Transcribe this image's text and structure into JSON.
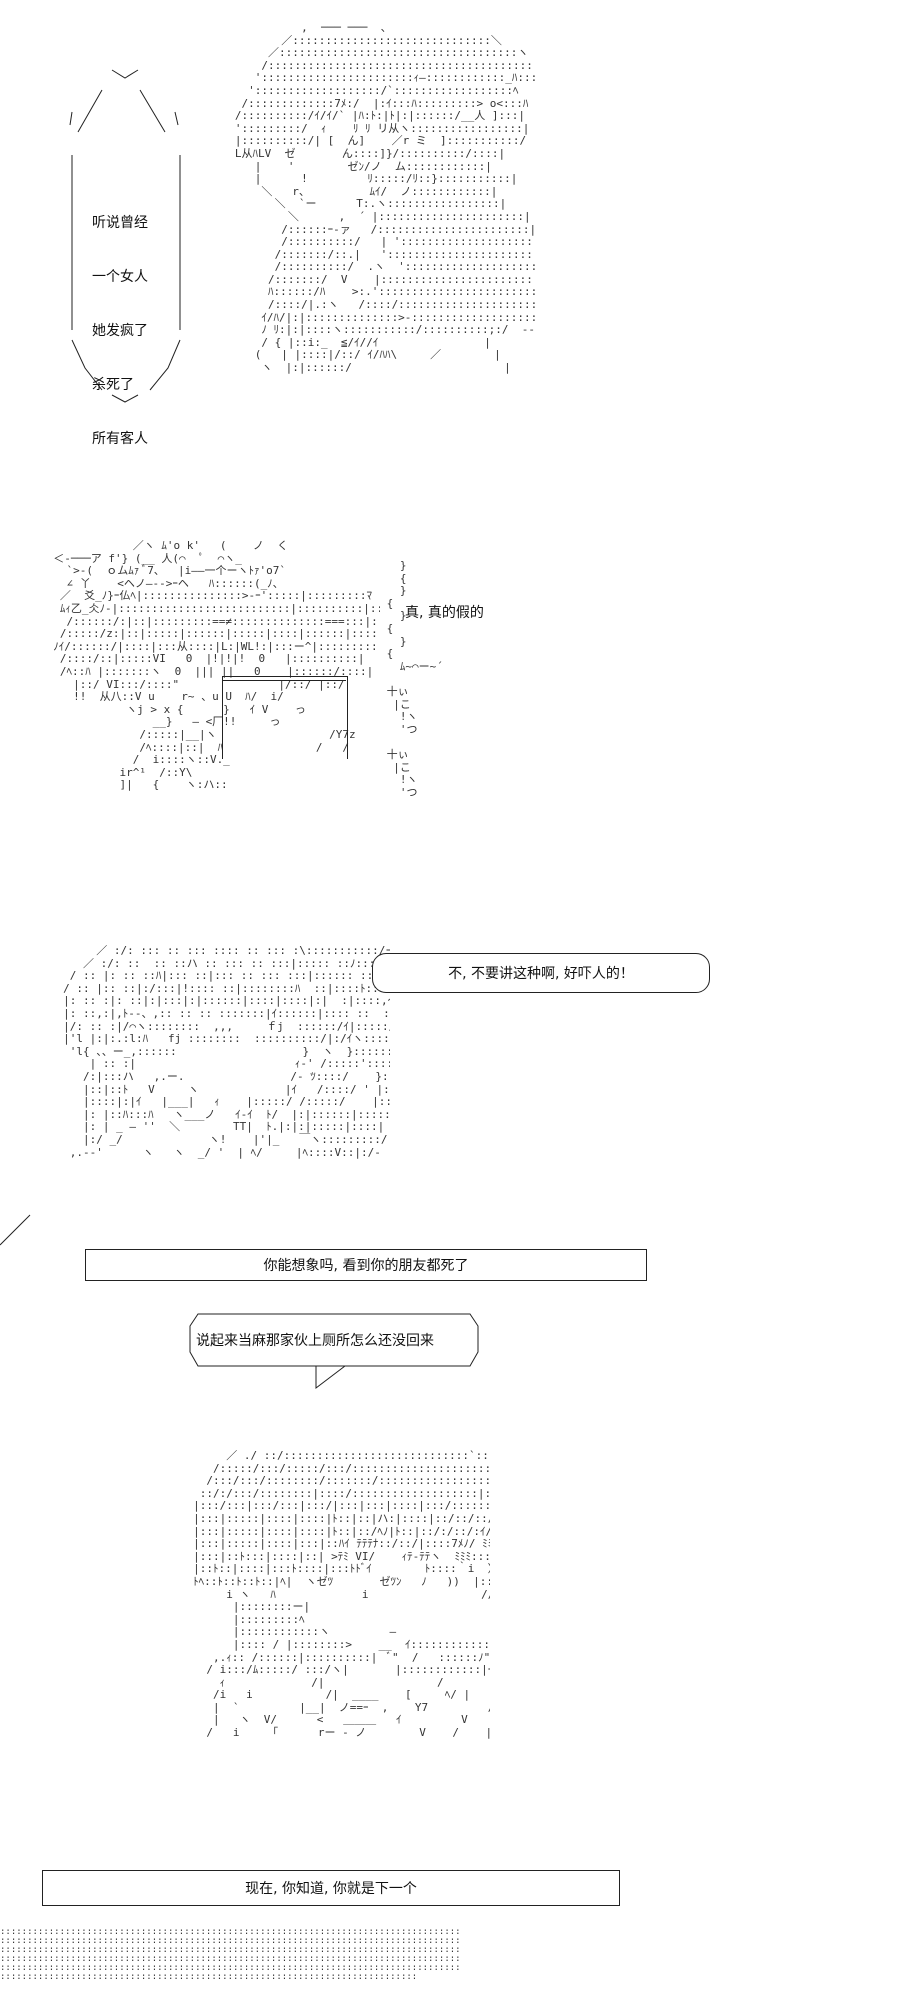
{
  "panels": [
    {
      "id": "panel-1",
      "lines": [
        "听说曾经",
        "一个女人",
        "她发疯了",
        "杀死了",
        "所有客人"
      ]
    },
    {
      "id": "panel-2",
      "dialogue": "真, 真的假的",
      "sfx": "ム～⌒ー～´"
    },
    {
      "id": "panel-3",
      "dialogue": "不, 不要讲这种啊, 好吓人的！",
      "caption": "你能想象吗, 看到你的朋友都死了"
    },
    {
      "id": "panel-4",
      "dialogue": "说起来当麻那家伙上厕所怎么还没回来",
      "caption": "现在, 你知道, 你就是下一个"
    }
  ],
  "colors": {
    "ink": "#111111",
    "art": "#333333",
    "paper": "#ffffff"
  }
}
